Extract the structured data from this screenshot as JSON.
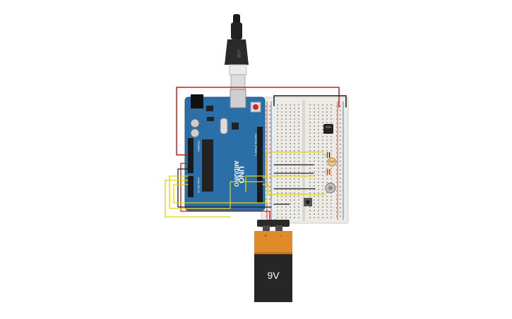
{
  "circuit": {
    "usb_plug_text": "USB",
    "arduino": {
      "brand_text": "ARDUINO",
      "model_text": "UNO",
      "digital_header_text": "DIGITAL (PWM~)",
      "power_header_text": "POWER",
      "analog_header_text": "ANALOG IN",
      "colors": {
        "board": "#2a6fa8",
        "board_edge": "#1d5a8c",
        "header": "#1a1a1a",
        "chip": "#222222"
      }
    },
    "breadboard": {
      "colors": {
        "body": "#ecebe6",
        "rail_red": "#d22",
        "rail_blue": "#2a5fd0",
        "hole": "#9a9a9a"
      }
    },
    "battery": {
      "label": "9V",
      "plus_symbol": "+",
      "minus_symbol": "−",
      "colors": {
        "top": "#e08a2a",
        "body": "#262626",
        "cap": "#4a4a4a"
      }
    },
    "wire_colors": {
      "red": "#d11a1a",
      "black": "#1a1a1a",
      "yellow": "#e6cf12"
    }
  }
}
